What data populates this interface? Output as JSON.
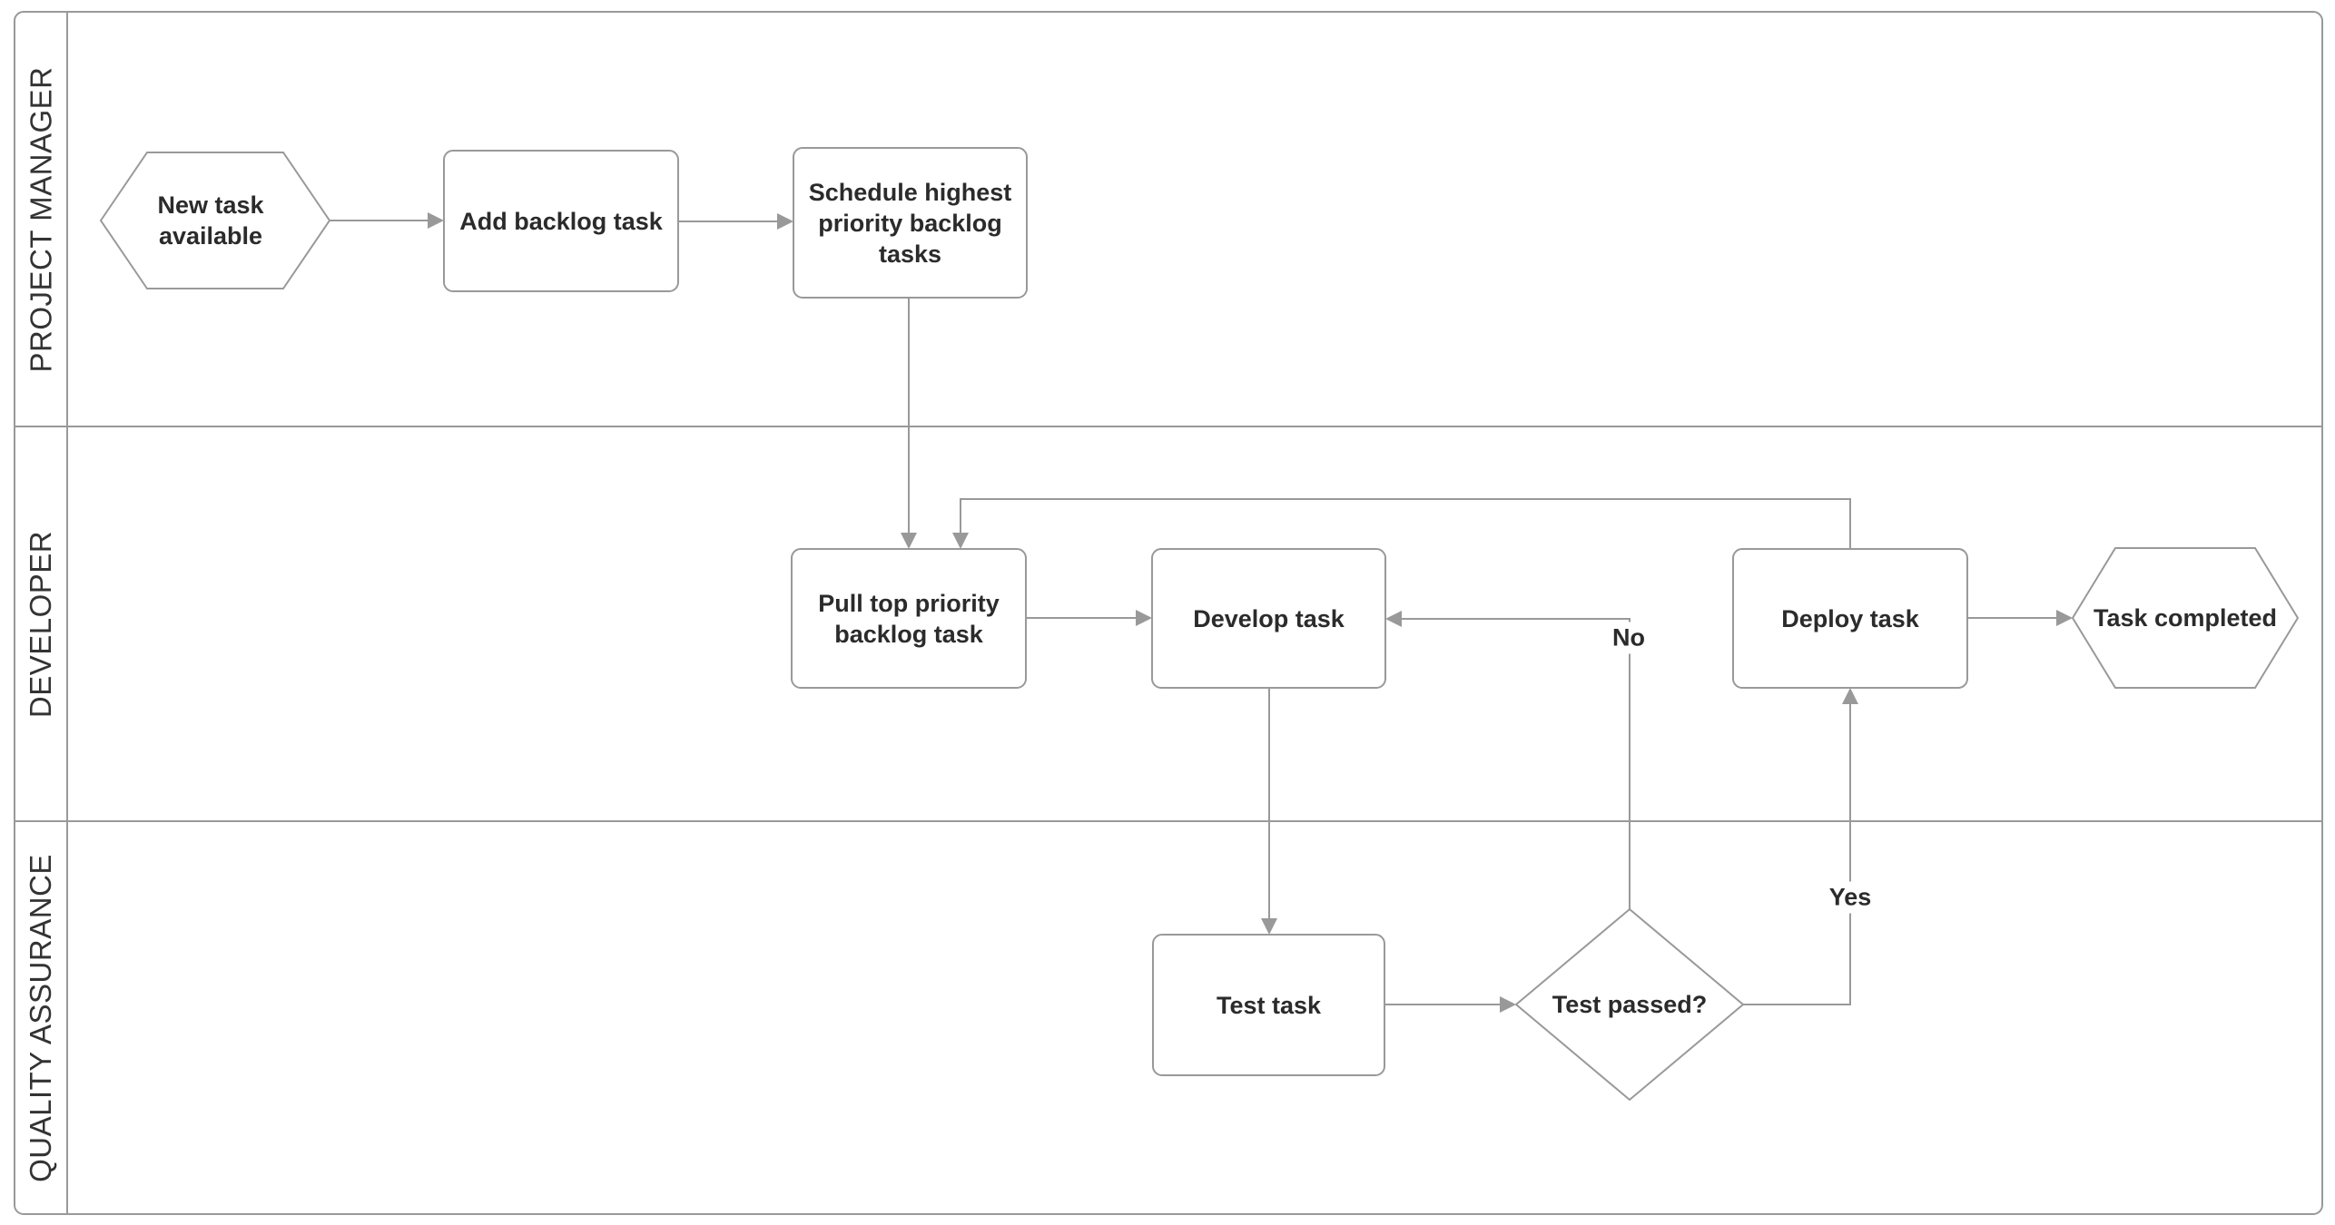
{
  "diagram": {
    "type": "flowchart-swimlane",
    "lanes": [
      {
        "id": "project-manager",
        "label": "PROJECT MANAGER"
      },
      {
        "id": "developer",
        "label": "DEVELOPER"
      },
      {
        "id": "quality-assurance",
        "label": "QUALITY ASSURANCE"
      }
    ],
    "nodes": [
      {
        "id": "new-task-available",
        "shape": "hexagon",
        "lane": "PROJECT MANAGER",
        "label": "New task available"
      },
      {
        "id": "add-backlog-task",
        "shape": "process",
        "lane": "PROJECT MANAGER",
        "label": "Add backlog task"
      },
      {
        "id": "schedule-highest",
        "shape": "process",
        "lane": "PROJECT MANAGER",
        "label": "Schedule highest priority backlog tasks"
      },
      {
        "id": "pull-top-priority",
        "shape": "process",
        "lane": "DEVELOPER",
        "label": "Pull top priority backlog task"
      },
      {
        "id": "develop-task",
        "shape": "process",
        "lane": "DEVELOPER",
        "label": "Develop task"
      },
      {
        "id": "deploy-task",
        "shape": "process",
        "lane": "DEVELOPER",
        "label": "Deploy task"
      },
      {
        "id": "task-completed",
        "shape": "hexagon",
        "lane": "DEVELOPER",
        "label": "Task completed"
      },
      {
        "id": "test-task",
        "shape": "process",
        "lane": "QUALITY ASSURANCE",
        "label": "Test task"
      },
      {
        "id": "test-passed",
        "shape": "decision",
        "lane": "QUALITY ASSURANCE",
        "label": "Test passed?"
      }
    ],
    "edges": [
      {
        "from": "new-task-available",
        "to": "add-backlog-task",
        "label": ""
      },
      {
        "from": "add-backlog-task",
        "to": "schedule-highest",
        "label": ""
      },
      {
        "from": "schedule-highest",
        "to": "pull-top-priority",
        "label": ""
      },
      {
        "from": "pull-top-priority",
        "to": "develop-task",
        "label": ""
      },
      {
        "from": "develop-task",
        "to": "test-task",
        "label": ""
      },
      {
        "from": "test-task",
        "to": "test-passed",
        "label": ""
      },
      {
        "from": "test-passed",
        "to": "develop-task",
        "label": "No"
      },
      {
        "from": "test-passed",
        "to": "deploy-task",
        "label": "Yes"
      },
      {
        "from": "deploy-task",
        "to": "task-completed",
        "label": ""
      },
      {
        "from": "deploy-task",
        "to": "pull-top-priority",
        "label": ""
      }
    ],
    "edge_labels": {
      "no": "No",
      "yes": "Yes"
    },
    "colors": {
      "line": "#999999",
      "shape_fill": "#ffffff",
      "shape_text": "#2b2b2b",
      "lane_text": "#333333",
      "background": "#ffffff"
    }
  }
}
